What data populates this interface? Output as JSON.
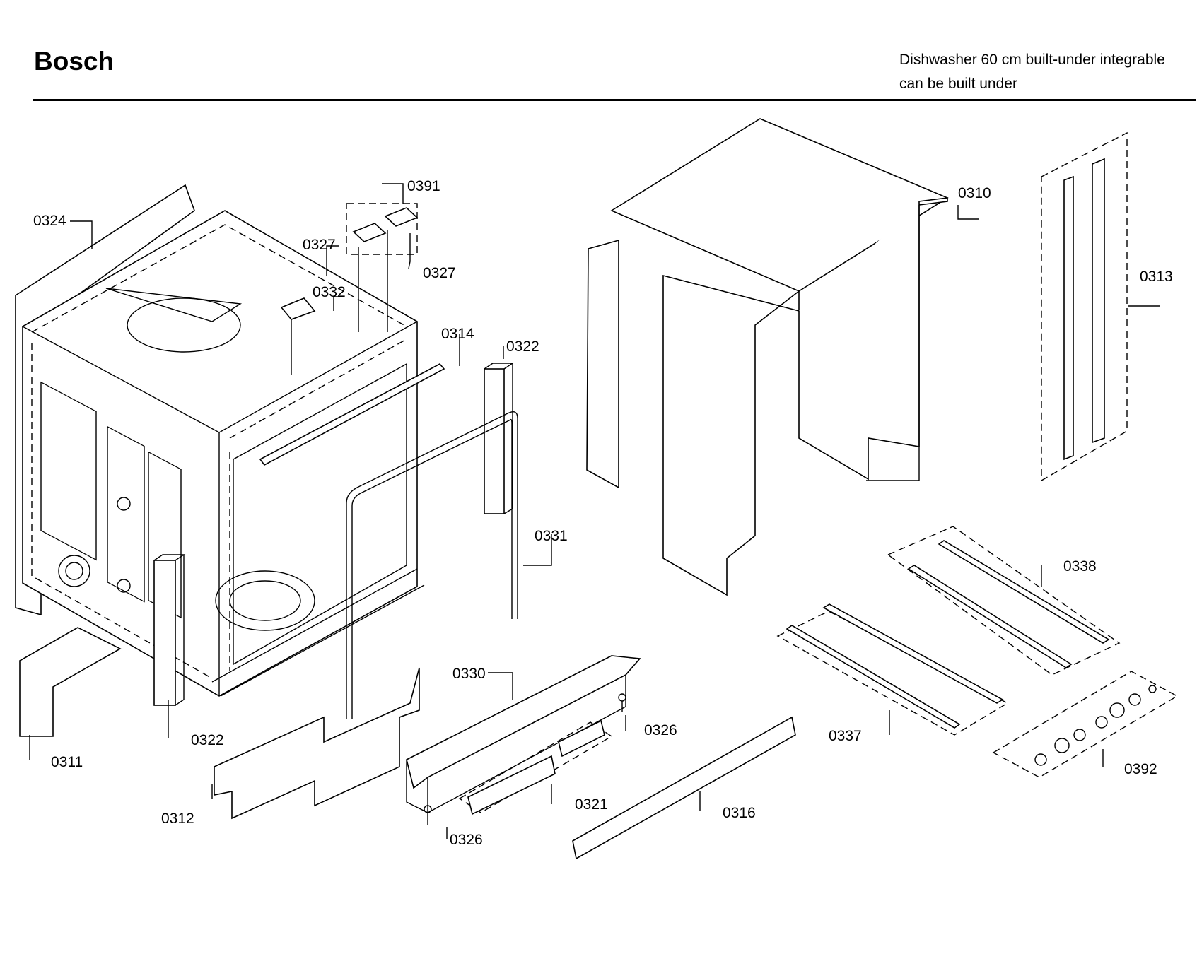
{
  "header": {
    "brand": "Bosch",
    "description_line1": "Dishwasher 60 cm built-under integrable",
    "description_line2": "can be built under"
  },
  "parts": {
    "p0310": "0310",
    "p0311": "0311",
    "p0312": "0312",
    "p0313": "0313",
    "p0314": "0314",
    "p0316": "0316",
    "p0321": "0321",
    "p0322a": "0322",
    "p0322b": "0322",
    "p0324": "0324",
    "p0326a": "0326",
    "p0326b": "0326",
    "p0327a": "0327",
    "p0327b": "0327",
    "p0330": "0330",
    "p0331": "0331",
    "p0332": "0332",
    "p0337": "0337",
    "p0338": "0338",
    "p0391": "0391",
    "p0392": "0392"
  }
}
